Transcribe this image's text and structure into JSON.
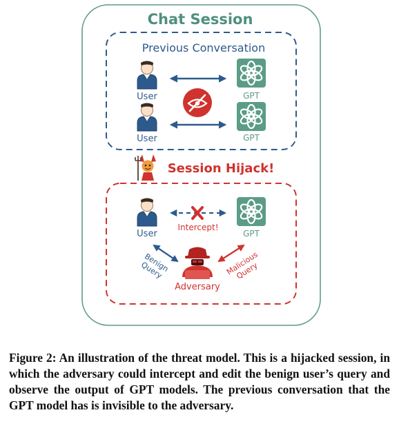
{
  "diagram": {
    "title": "Chat Session",
    "previous": {
      "label": "Previous Conversation",
      "user1": "User",
      "user2": "User",
      "gpt1": "GPT",
      "gpt2": "GPT"
    },
    "hijack_label": "Session Hijack!",
    "hijacked": {
      "user": "User",
      "gpt": "GPT",
      "intercept": "Intercept!",
      "benign_line1": "Benign",
      "benign_line2": "Query",
      "malicious_line1": "Malicious",
      "malicious_line2": "Query",
      "adversary": "Adversary"
    },
    "colors": {
      "outer_border": "#5e9a88",
      "title": "#4f8f7d",
      "blue": "#2c5a8c",
      "red": "#d0322e",
      "gpt_tile": "#5b9c87"
    },
    "icons": [
      "user-icon",
      "gpt-logo-icon",
      "hidden-eye-icon",
      "devil-icon",
      "hacker-icon",
      "cross-icon"
    ]
  },
  "caption": "Figure 2: An illustration of the threat model. This is a hijacked session, in which the adversary could intercept and edit the benign user’s query and observe the output of GPT models. The previous conversation that the GPT model has is invisible to the adversary."
}
